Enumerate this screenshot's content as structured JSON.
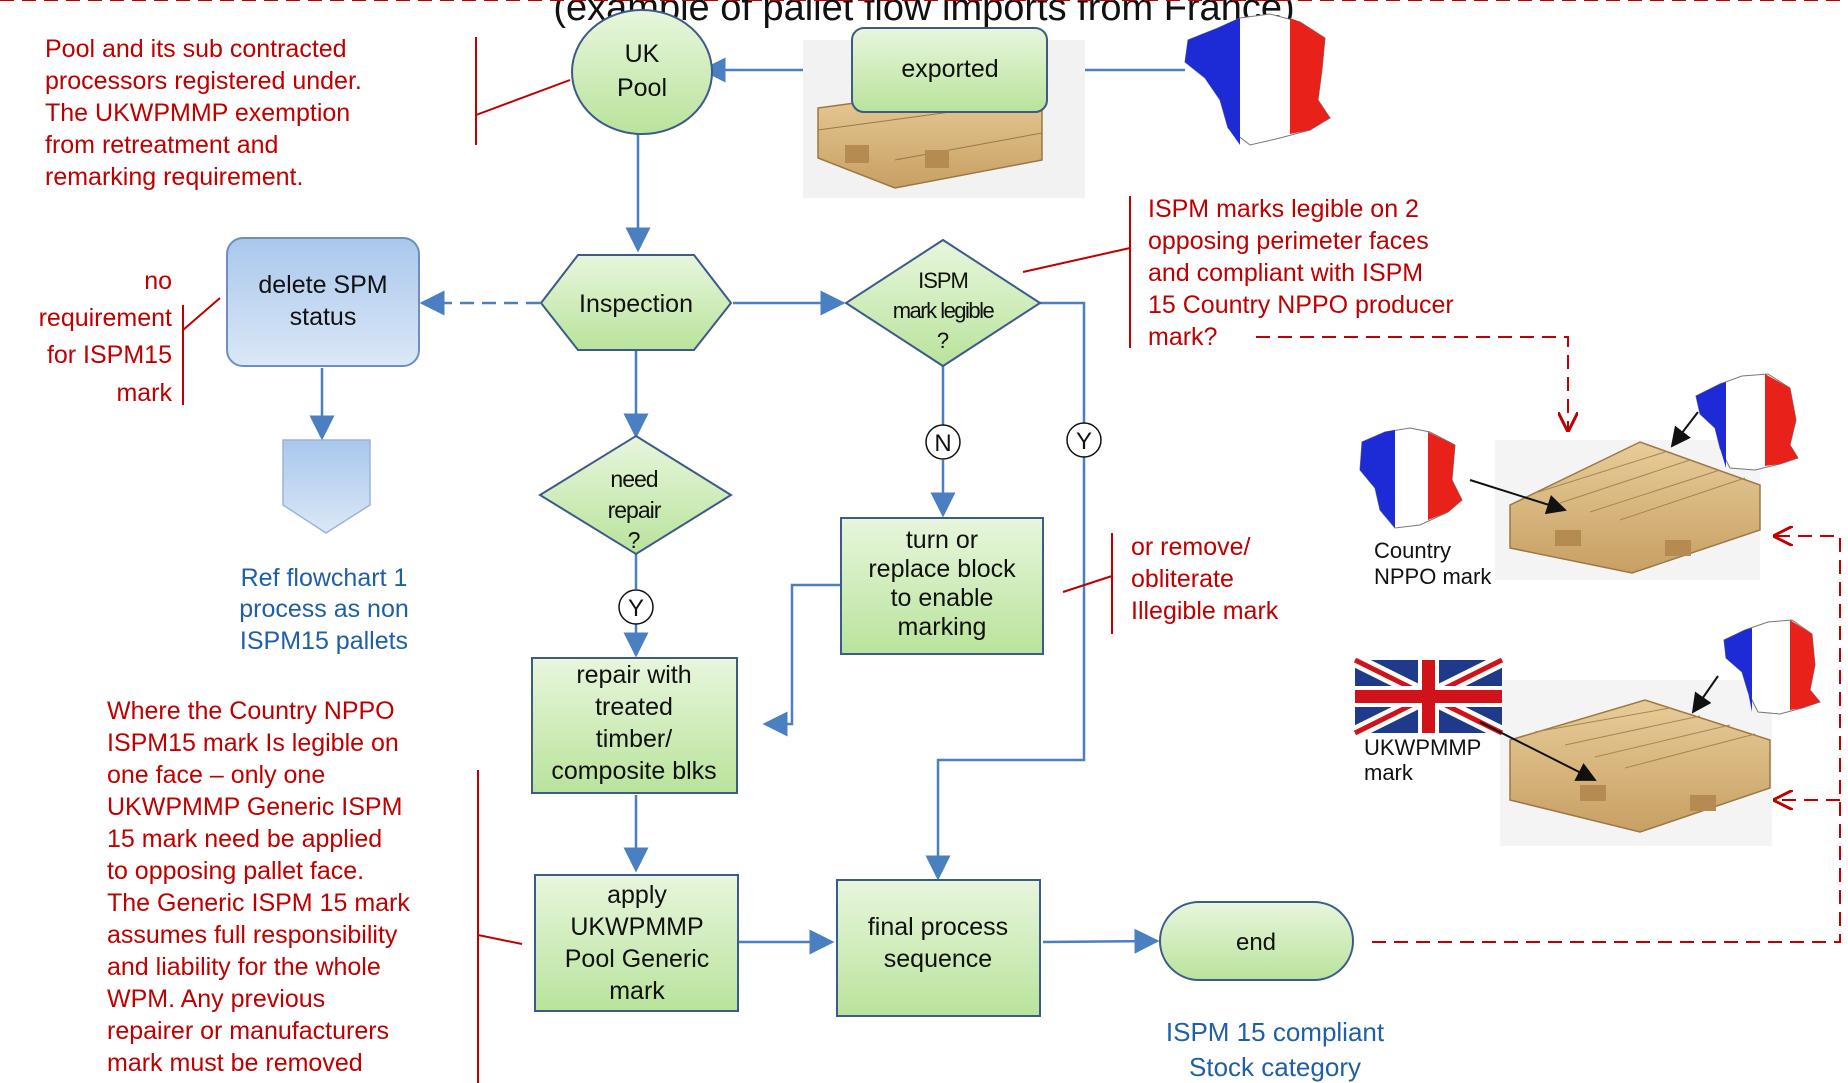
{
  "title": "(example of pallet flow imports from France)",
  "nodes": {
    "uk_pool": [
      "UK",
      "Pool"
    ],
    "exported": "exported",
    "inspection": "Inspection",
    "delete_spm": [
      "delete SPM",
      "status"
    ],
    "ispm_decision": [
      "ISPM",
      "mark legible",
      "?"
    ],
    "need_repair": [
      "need",
      "repair",
      "?"
    ],
    "turn_replace": [
      "turn or",
      "replace block",
      "to enable",
      "marking"
    ],
    "repair_with": [
      "repair with",
      "treated",
      "timber/",
      "composite blks"
    ],
    "apply_mark": [
      "apply",
      "UKWPMMP",
      "Pool Generic",
      "mark"
    ],
    "final_process": [
      "final process",
      "sequence"
    ],
    "end": "end"
  },
  "labels": {
    "n": "N",
    "y_right": "Y",
    "y_repair": "Y"
  },
  "notes": {
    "pool": [
      "Pool and its sub contracted",
      "processors registered under.",
      "The UKWPMMP exemption",
      "from retreatment and",
      "remarking requirement."
    ],
    "no_requirement": [
      "no",
      "requirement",
      "for ISPM15",
      "mark"
    ],
    "ispm_legible": [
      "ISPM marks legible on 2",
      "opposing perimeter faces",
      "and  compliant with ISPM",
      "15 Country NPPO producer",
      "mark?"
    ],
    "remove": [
      "or remove/",
      "obliterate",
      "Illegible mark"
    ],
    "ref_flowchart": [
      "Ref flowchart 1",
      "process as non",
      "ISPM15 pallets"
    ],
    "where_country": [
      "Where the Country NPPO",
      "ISPM15 mark Is legible on",
      "one face – only one",
      "UKWPMMP  Generic ISPM",
      "15 mark need be applied",
      "to opposing pallet face.",
      "The Generic ISPM 15 mark",
      "assumes full responsibility",
      "and liability for the whole",
      "WPM. Any previous",
      "repairer or manufacturers",
      "mark must be removed"
    ],
    "compliant": [
      "ISPM 15 compliant",
      "Stock category"
    ]
  },
  "pallet_labels": {
    "country": [
      "Country",
      "NPPO mark"
    ],
    "ukwpmmp": [
      "UKWPMMP",
      "mark"
    ]
  },
  "colors": {
    "box_fill": "#c9efb3",
    "note_red": "#c00000",
    "note_blue": "#1f5fa8",
    "flow_line": "#4a7fc1",
    "france_blue": "#1d2bd6",
    "france_red": "#e8221b",
    "uk_blue": "#1f3a8a",
    "uk_red": "#d0121b"
  }
}
